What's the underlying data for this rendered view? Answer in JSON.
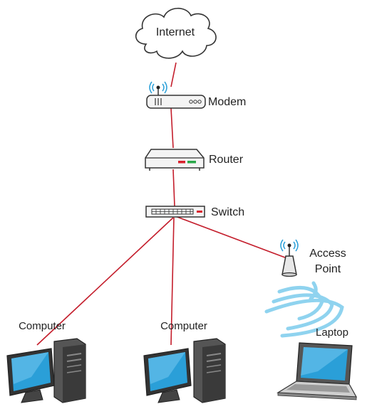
{
  "nodes": {
    "internet": {
      "label": "Internet"
    },
    "modem": {
      "label": "Modem"
    },
    "router": {
      "label": "Router"
    },
    "switch": {
      "label": "Switch"
    },
    "access_point": {
      "label_line1": "Access",
      "label_line2": "Point"
    },
    "computer_left": {
      "label": "Computer"
    },
    "computer_mid": {
      "label": "Computer"
    },
    "laptop": {
      "label": "Laptop"
    }
  },
  "colors": {
    "cable": "#c41e2c",
    "wifi_waves": "#8fd3ef",
    "screen": "#2a9fd8",
    "router_led_red": "#d9232e",
    "router_led_green": "#2aa84a",
    "device_body": "#f4f4f4",
    "outline": "#333333"
  }
}
